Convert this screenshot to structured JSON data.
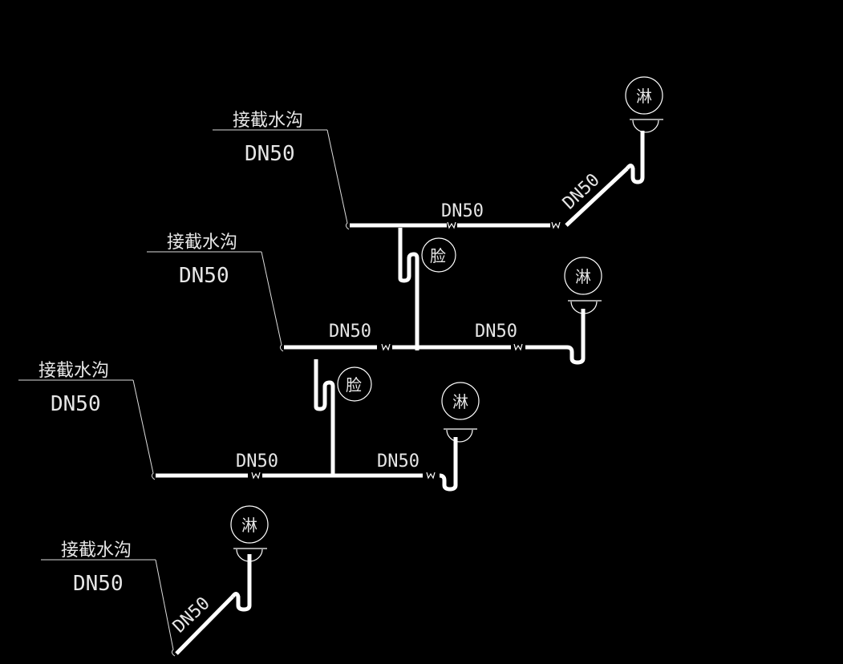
{
  "colors": {
    "background": "#000000",
    "line": "#ffffff"
  },
  "labels": {
    "drain_name": "接截水沟",
    "pipe_size": "DN50",
    "washbasin": "脸",
    "shower": "淋"
  }
}
